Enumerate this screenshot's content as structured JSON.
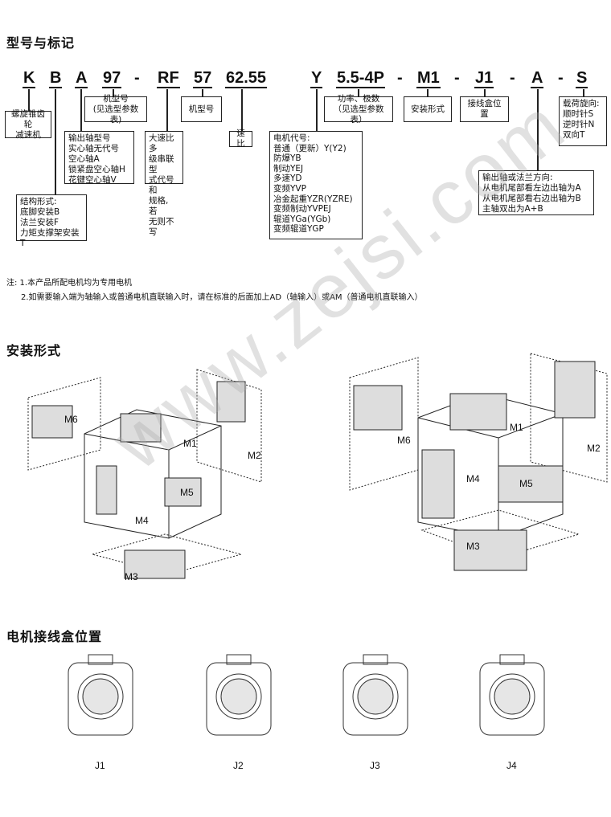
{
  "titles": {
    "model": "型号与标记",
    "install": "安装形式",
    "junction": "电机接线盒位置"
  },
  "code": {
    "k": "K",
    "b": "B",
    "a": "A",
    "size": "97",
    "dash": "-",
    "rf": "RF",
    "size2": "57",
    "ratio": "62.55",
    "y": "Y",
    "power": "5.5-4P",
    "m": "M1",
    "j": "J1",
    "dir": "A",
    "s": "S"
  },
  "boxes": {
    "reducer": "螺旋锥齿轮\n减速机",
    "model1": "机型号\n(见选型参数表)",
    "output": "输出轴型号\n实心轴无代号\n空心轴A\n锁紧盘空心轴H\n花键空心轴V",
    "structure": "结构形式:\n底脚安装B\n法兰安装F\n力矩支撑架安装T",
    "multi": "大速比多\n级串联型\n式代号和\n规格, 若\n无则不写",
    "model2": "机型号",
    "ratio": "速比",
    "motor": "电机代号:\n普通（更新）Y(Y2)\n防爆YB\n制动YEJ\n多速YD\n变频YVP\n冶金起重YZR(YZRE)\n变频制动YVPEJ\n辊道YGa(YGb)\n变频辊道YGP",
    "power": "功率、极数\n（见选型参数表）",
    "mount": "安装形式",
    "jbox": "接线盒位置",
    "rotation": "载荷旋向:\n顺时针S\n逆时针N\n双向T",
    "shaft": "输出轴或法兰方向:\n从电机尾部看左边出轴为A\n从电机尾部看右边出轴为B\n主轴双出为A+B"
  },
  "notes": [
    "注: 1.本产品所配电机均为专用电机",
    "2.如需要输入端为轴输入或普通电机直联输入时，请在标准的后面加上AD（轴输入）或AM（普通电机直联输入）"
  ],
  "mount_labels": [
    "M1",
    "M2",
    "M3",
    "M4",
    "M5",
    "M6"
  ],
  "junction_labels": [
    "J1",
    "J2",
    "J3",
    "J4"
  ],
  "watermark": "www.zejsi.com"
}
